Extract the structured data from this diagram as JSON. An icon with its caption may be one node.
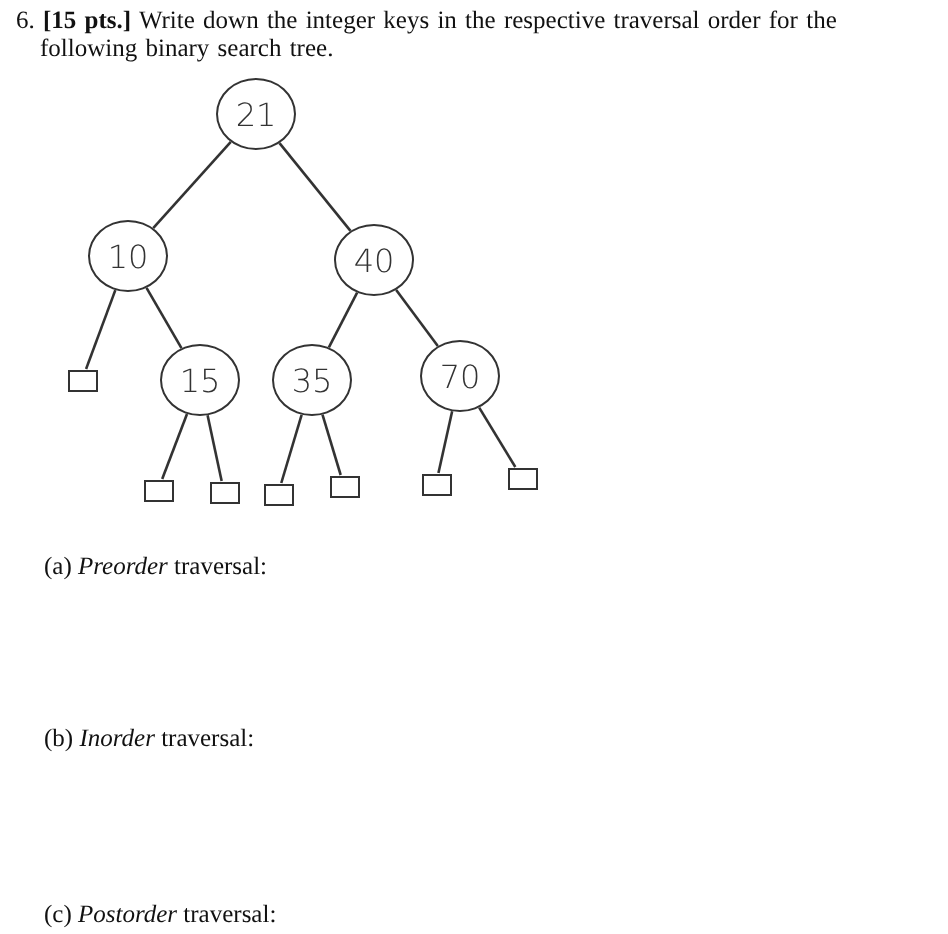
{
  "diagram": {
    "title": "6. **[15 pts.]** Write down the integer keys in the respective traversal order for the following binary search tree.",
    "nodes": [
      {
        "text": [
          "21"
        ]
      },
      {
        "text": [
          "10"
        ]
      },
      {
        "text": [
          "40"
        ]
      },
      {
        "text": [],
        "shape": "box"
      },
      {
        "text": [
          "15"
        ]
      },
      {
        "text": [
          "35"
        ]
      },
      {
        "text": [
          "70"
        ]
      },
      {
        "text": [],
        "shape": "box"
      },
      {
        "text": [],
        "shape": "box"
      },
      {
        "text": [],
        "shape": "box"
      },
      {
        "text": [],
        "shape": "box"
      },
      {
        "text": [],
        "shape": "box"
      },
      {
        "text": [],
        "shape": "box"
      }
    ],
    "edges": [
      {
        "from": 0,
        "to": 1,
        "arrow": "none"
      },
      {
        "from": 0,
        "to": 2,
        "arrow": "none"
      },
      {
        "from": 1,
        "to": 3,
        "arrow": "none"
      },
      {
        "from": 1,
        "to": 4,
        "arrow": "none"
      },
      {
        "from": 2,
        "to": 5,
        "arrow": "none"
      },
      {
        "from": 2,
        "to": 6,
        "arrow": "none"
      },
      {
        "from": 4,
        "to": 7,
        "arrow": "none"
      },
      {
        "from": 4,
        "to": 8,
        "arrow": "none"
      },
      {
        "from": 5,
        "to": 9,
        "arrow": "none"
      },
      {
        "from": 5,
        "to": 10,
        "arrow": "none"
      },
      {
        "from": 6,
        "to": 11,
        "arrow": "none"
      },
      {
        "from": 6,
        "to": 12,
        "arrow": "none"
      }
    ],
    "labels": [
      "(a) *Preorder* traversal:",
      "(b) *Inorder* traversal:",
      "(c) *Postorder* traversal:"
    ]
  }
}
